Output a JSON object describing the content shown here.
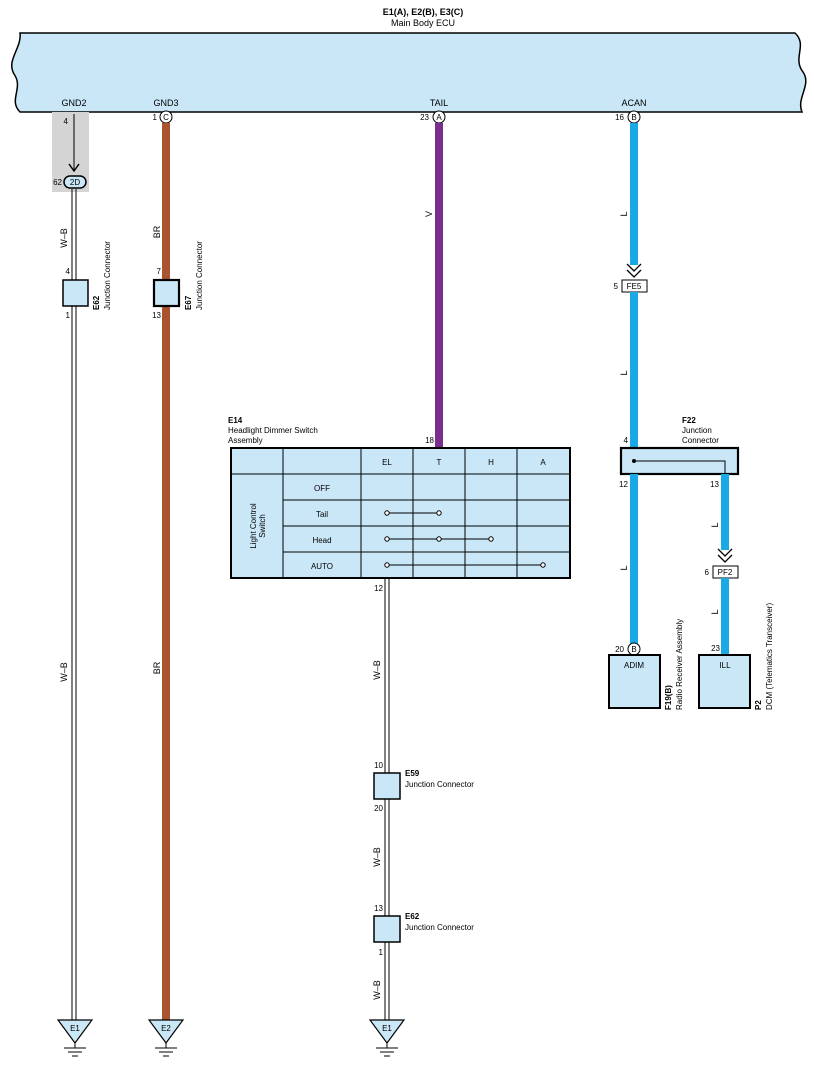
{
  "ecu": {
    "title": "E1(A), E2(B), E3(C)",
    "subtitle": "Main Body ECU",
    "terminals": {
      "gnd2": {
        "name": "GND2",
        "pin": "4"
      },
      "gnd3": {
        "name": "GND3",
        "pin": "1",
        "connector": "C"
      },
      "tail": {
        "name": "TAIL",
        "pin": "23",
        "connector": "A"
      },
      "acan": {
        "name": "ACAN",
        "pin": "16",
        "connector": "B"
      }
    }
  },
  "splice_2d": {
    "pin": "62",
    "label": "2D"
  },
  "wire_colors": {
    "wb": "W–B",
    "br": "BR",
    "v": "V",
    "l": "L"
  },
  "colors": {
    "ecu_fill": "#c9e7f7",
    "br_wire": "#a9532f",
    "v_wire": "#7a2e8e",
    "l_wire": "#19a9e6",
    "connector_fill": "#c9e7f7",
    "shade": "#d4d4d4"
  },
  "e62_top": {
    "id": "E62",
    "name": "Junction Connector",
    "pin_in": "4",
    "pin_out": "1"
  },
  "e67": {
    "id": "E67",
    "name": "Junction Connector",
    "pin_in": "7",
    "pin_out": "13"
  },
  "e14": {
    "id": "E14",
    "name_line1": "Headlight Dimmer Switch",
    "name_line2": "Assembly",
    "pin_in": "18",
    "pin_out": "12",
    "side_label_1": "Light Control",
    "side_label_2": "Switch",
    "columns": [
      "EL",
      "T",
      "H",
      "A"
    ],
    "rows": [
      "OFF",
      "Tail",
      "Head",
      "AUTO"
    ]
  },
  "fe5": {
    "pin": "5",
    "label": "FE5"
  },
  "f22": {
    "id": "F22",
    "name_line1": "Junction",
    "name_line2": "Connector",
    "pin_in": "4",
    "pin_out_1": "12",
    "pin_out_2": "13"
  },
  "pf2": {
    "pin": "6",
    "label": "PF2"
  },
  "f19": {
    "id": "F19(B)",
    "name": "Radio Receiver Assembly",
    "pin": "20",
    "connector": "B",
    "terminal": "ADIM"
  },
  "p2": {
    "id": "P2",
    "name": "DCM (Telematics Transceiver)",
    "pin": "23",
    "terminal": "ILL"
  },
  "e59": {
    "id": "E59",
    "name": "Junction Connector",
    "pin_in": "10",
    "pin_out": "20"
  },
  "e62_bottom": {
    "id": "E62",
    "name": "Junction Connector",
    "pin_in": "13",
    "pin_out": "1"
  },
  "grounds": {
    "g1": "E1",
    "g2": "E2",
    "g3": "E1"
  }
}
